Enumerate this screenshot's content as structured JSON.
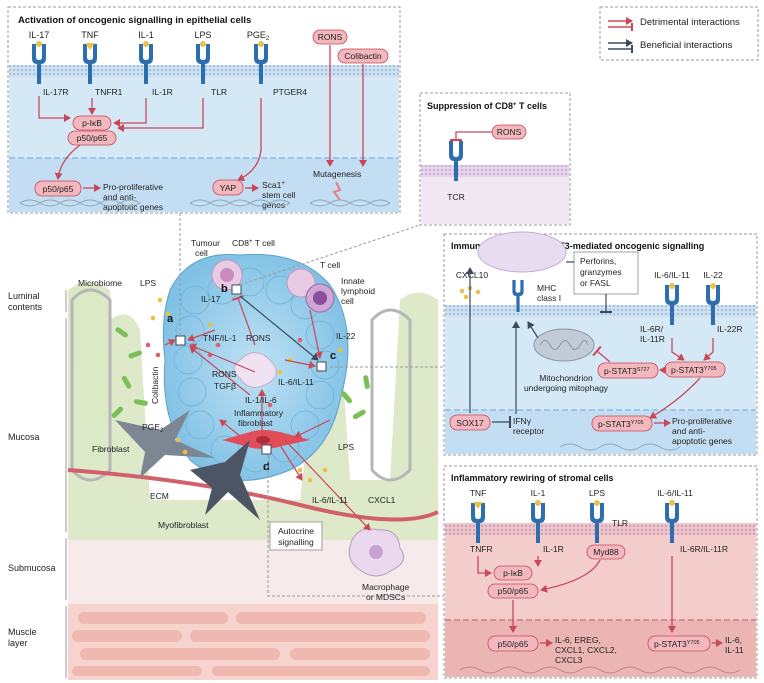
{
  "legend": {
    "detrimental": "Detrimental interactions",
    "beneficial": "Beneficial interactions"
  },
  "panel_epithelial": {
    "title": "Activation of oncogenic signalling in epithelial cells",
    "ligands": [
      "IL-17",
      "TNF",
      "IL-1",
      "LPS",
      "PGE",
      "RONS",
      "Colibactin"
    ],
    "pge_sub": "2",
    "receptors": [
      "IL-17R",
      "TNFR1",
      "IL-1R",
      "TLR",
      "PTGER4"
    ],
    "pIkB": "p-IκB",
    "p50p65": "p50/p65",
    "p50p65_nuc": "p50/p65",
    "prolif_genes_1": "Pro-proliferative",
    "prolif_genes_2": "and anti-",
    "prolif_genes_3": "apoptotic genes",
    "yap": "YAP",
    "sca1_1": "Sca1",
    "sca1_sup": "+",
    "sca1_2": "stem cell",
    "sca1_3": "genes",
    "mutagenesis": "Mutagenesis"
  },
  "panel_cd8": {
    "title": "Suppression of CD8",
    "title_sup": "+",
    "title_end": " T cells",
    "rons": "RONS",
    "tcr": "TCR"
  },
  "panel_immune": {
    "title": "Immune evasion and STAT3-mediated oncogenic signalling",
    "cxcl10": "CXCL10",
    "perforins_1": "Perforins,",
    "perforins_2": "granzymes",
    "perforins_3": "or FASL",
    "mhc_1": "MHC",
    "mhc_2": "class I",
    "il6il11": "IL-6/IL-11",
    "il22": "IL-22",
    "il6r_1": "IL-6R/",
    "il6r_2": "IL-11R",
    "il22r": "IL-22R",
    "pstat3_s": "p-STAT3",
    "pstat3_s_sup": "S727",
    "pstat3_y": "p-STAT3",
    "pstat3_y_sup": "Y705",
    "mito_1": "Mitochondrion",
    "mito_2": "undergoing mitophagy",
    "sox17": "SOX17",
    "ifng_1": "IFNγ",
    "ifng_2": "receptor",
    "pstat3_nuc": "p-STAT3",
    "pstat3_nuc_sup": "Y705",
    "prolif_1": "Pro-proliferative",
    "prolif_2": "and anti-",
    "prolif_3": "apoptotic genes"
  },
  "panel_stromal": {
    "title": "Inflammatory rewiring of stromal cells",
    "ligands": [
      "TNF",
      "IL-1",
      "LPS",
      "IL-6/IL-11"
    ],
    "tlr": "TLR",
    "receptors": [
      "TNFR",
      "IL-1R",
      "Myd88",
      "IL-6R/IL-11R"
    ],
    "pIkB": "p-IκB",
    "p50p65": "p50/p65",
    "p50p65_nuc": "p50/p65",
    "genes_1": "IL-6, EREG,",
    "genes_2": "CXCL1, CXCL2,",
    "genes_3": "CXCL3",
    "pstat3": "p-STAT3",
    "pstat3_sup": "Y705",
    "genes_r1": "IL-6,",
    "genes_r2": "IL-11"
  },
  "tissue": {
    "layers": [
      "Luminal",
      "contents",
      "Mucosa",
      "Submucosa",
      "Muscle",
      "layer"
    ],
    "microbiome": "Microbiome",
    "lps": "LPS",
    "tumour_1": "Tumour",
    "tumour_2": "cell",
    "cd8_1": "CD8",
    "cd8_sup": "+",
    "cd8_2": " T cell",
    "tcell": "T cell",
    "ilc_1": "Innate",
    "ilc_2": "lymphoid",
    "ilc_3": "cell",
    "il17": "IL-17",
    "il22": "IL-22",
    "tnf_il1": "TNF/IL-1",
    "rons": "RONS",
    "rons2": "RONS",
    "tgfb": "TGFβ",
    "il1_il6": "IL-1/IL-6",
    "il6_il11": "IL-6/IL-11",
    "inflam_1": "Inflammatory",
    "inflam_2": "fibroblast",
    "colibactin": "Colibactin",
    "pge": "PGE",
    "pge_sub": "2",
    "fibroblast": "Fibroblast",
    "ecm": "ECM",
    "myofibroblast": "Myofibroblast",
    "lps2": "LPS",
    "il6_il11_b": "IL-6/IL-11",
    "cxcl1": "CXCL1",
    "autocrine_1": "Autocrine",
    "autocrine_2": "signalling",
    "macro_1": "Macrophage",
    "macro_2": "or MDSCs",
    "label_a": "a",
    "label_b": "b",
    "label_c": "c",
    "label_d": "d"
  },
  "colors": {
    "detrimental": "#c8485a",
    "beneficial": "#3a4a5c",
    "receptor": "#2d6fae",
    "membrane": "#b9d3ea",
    "nucleus": "#d7e9f6",
    "pill_fill": "#f2b8bd",
    "pill_stroke": "#c8485a",
    "stroma_fill": "#f7d9d6",
    "mucosa_green": "#dbe9c5",
    "tumour": "#9ccfeb",
    "muscle": "#f3c9c2"
  }
}
